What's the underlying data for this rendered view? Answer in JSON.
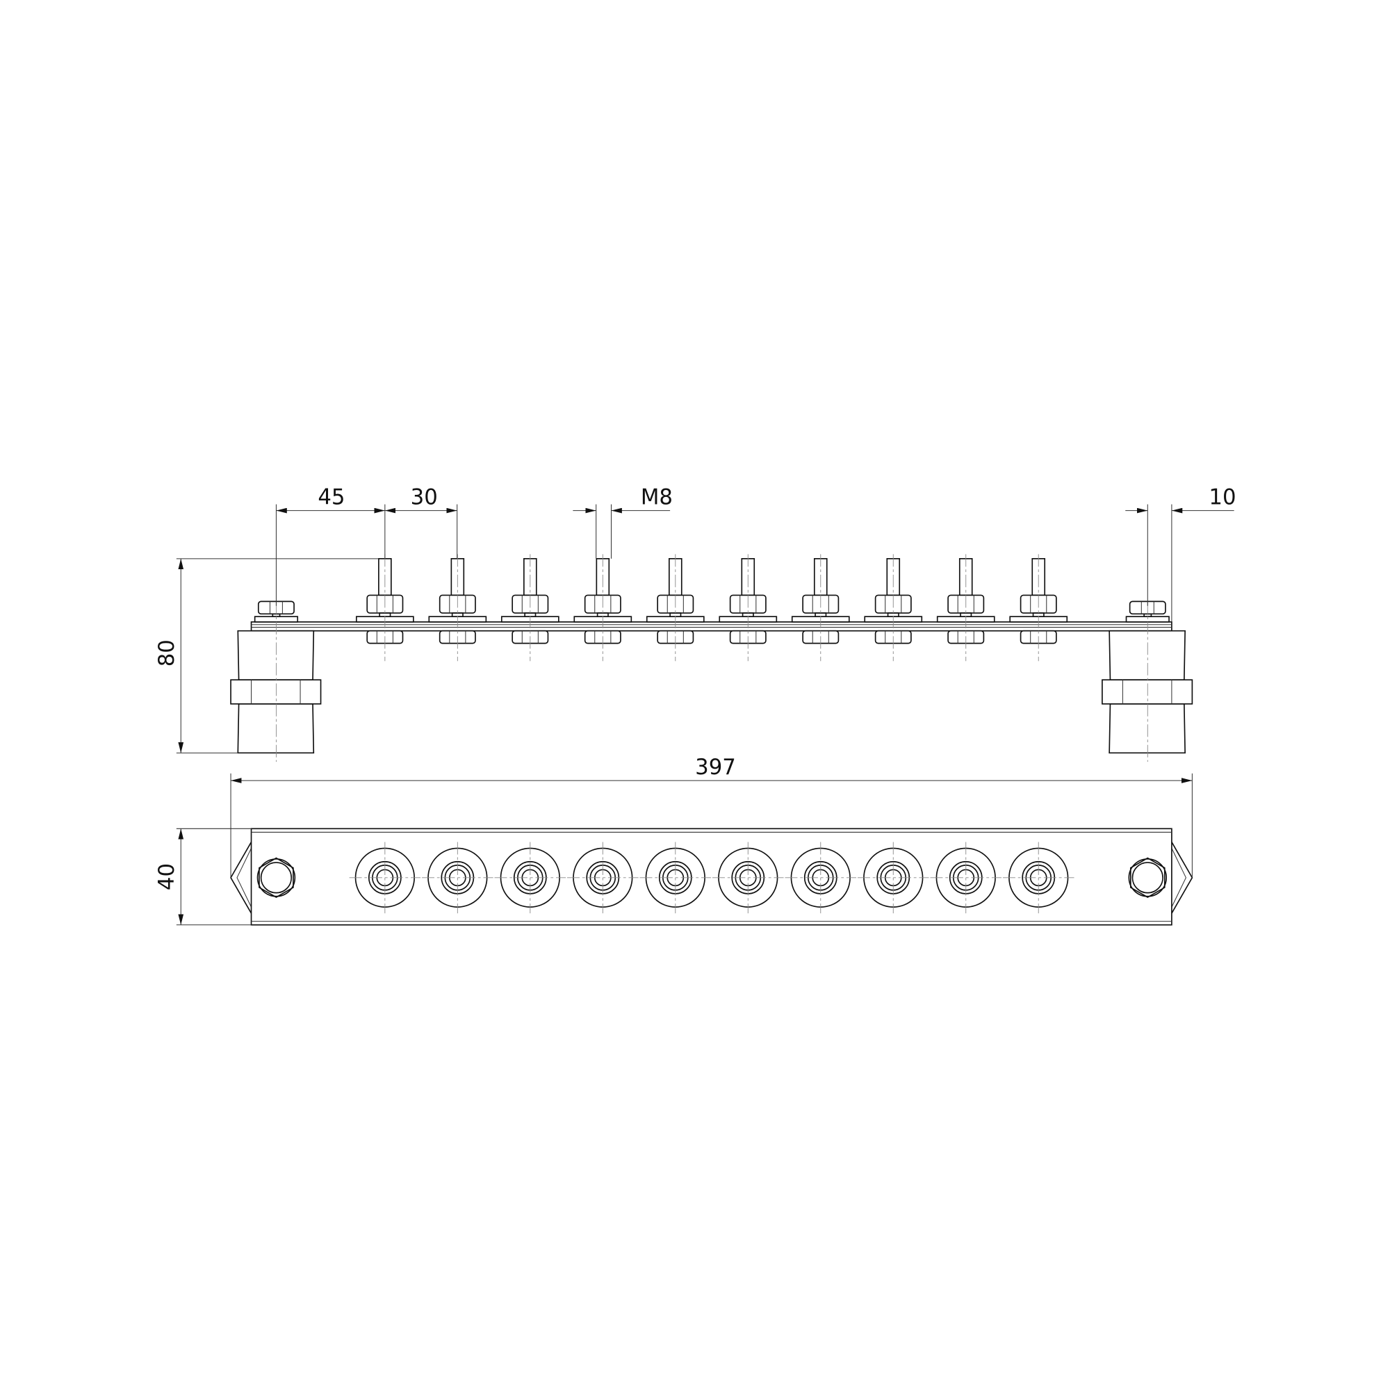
{
  "drawing": {
    "dimensions": {
      "end_offset": "45",
      "stud_pitch": "30",
      "thread": "M8",
      "edge_offset": "10",
      "height": "80",
      "overall_length": "397",
      "width": "40"
    },
    "stud_count": 10,
    "colors": {
      "line": "#111111",
      "centerline": "#888888",
      "background": "#ffffff"
    }
  }
}
